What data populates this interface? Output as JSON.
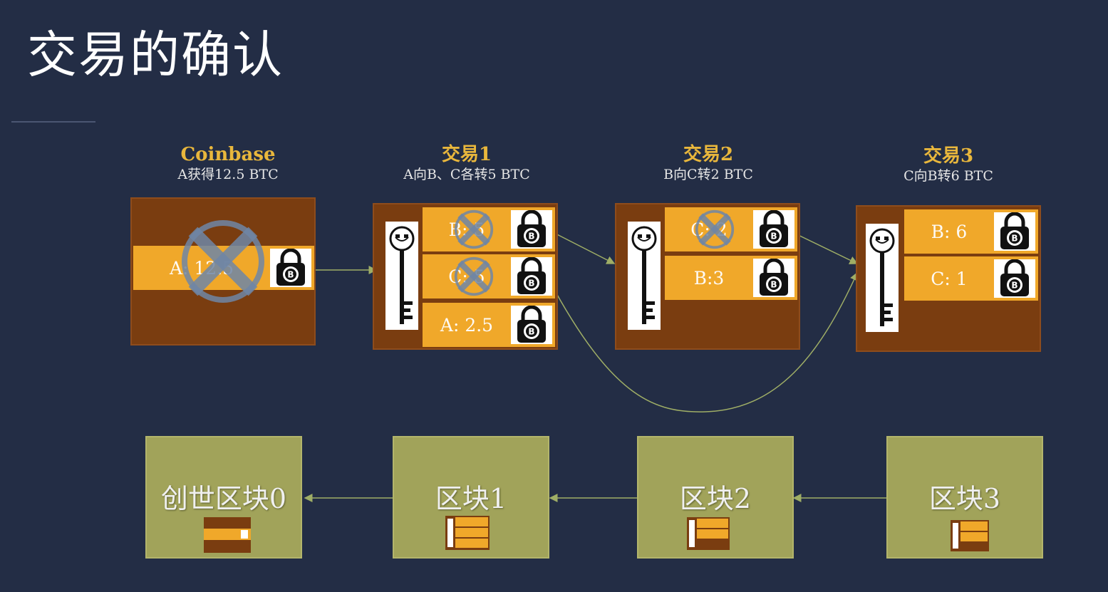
{
  "slide": {
    "title": "交易的确认"
  },
  "transactions": [
    {
      "name": "Coinbase",
      "desc": "A获得12.5 BTC",
      "outputs": [
        {
          "label": "A: 12.5",
          "spent": true
        }
      ]
    },
    {
      "name": "交易1",
      "desc": "A向B、C各转5 BTC",
      "outputs": [
        {
          "label": "B: 5",
          "spent": true
        },
        {
          "label": "C: 5",
          "spent": true
        },
        {
          "label": "A: 2.5",
          "spent": false
        }
      ]
    },
    {
      "name": "交易2",
      "desc": "B向C转2 BTC",
      "outputs": [
        {
          "label": "C: 2",
          "spent": true
        },
        {
          "label": "B:3",
          "spent": false
        }
      ]
    },
    {
      "name": "交易3",
      "desc": "C向B转6 BTC",
      "outputs": [
        {
          "label": "B: 6",
          "spent": false
        },
        {
          "label": "C: 1",
          "spent": false
        }
      ]
    }
  ],
  "blocks": [
    {
      "label": "创世区块0"
    },
    {
      "label": "区块1"
    },
    {
      "label": "区块2"
    },
    {
      "label": "区块3"
    }
  ],
  "colors": {
    "background": "#232d45",
    "title_text": "#ffffff",
    "tx_name": "#e9b73c",
    "tx_box": "#7a3d10",
    "output_row": "#f0a82a",
    "spent_cross": "#6f86a6",
    "block": "#a1a35a",
    "link": "#9fae66"
  },
  "icons": {
    "lock": "bitcoin-lock-icon",
    "key": "key-icon",
    "spent": "spent-cross-icon"
  }
}
